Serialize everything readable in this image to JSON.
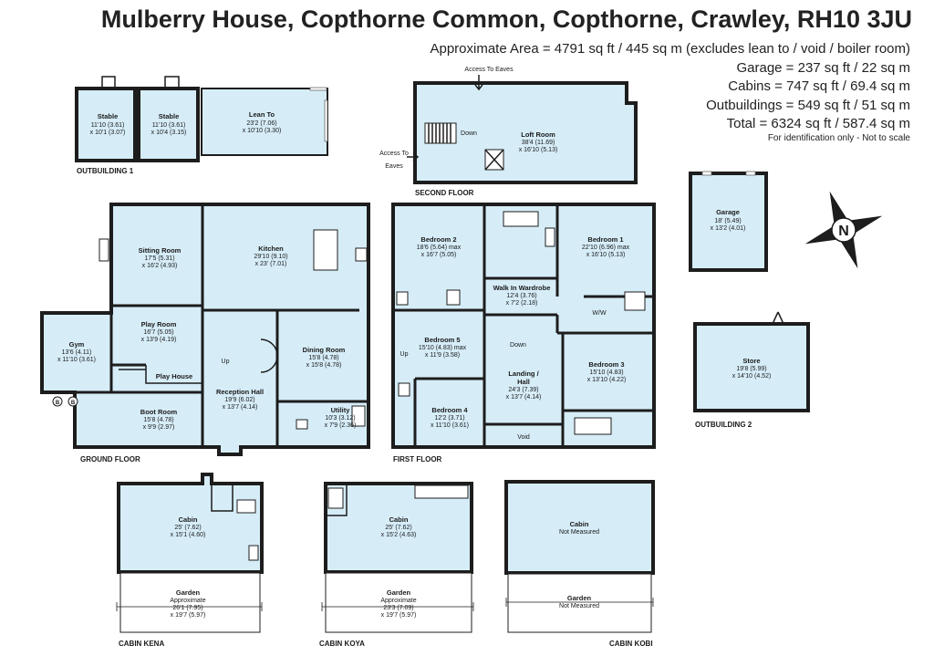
{
  "header": {
    "title": "Mulberry House, Copthorne Common, Copthorne, Crawley, RH10 3JU",
    "area_lines": [
      "Approximate Area = 4791 sq ft / 445 sq m (excludes lean to / void / boiler room)",
      "Garage = 237 sq ft / 22 sq m",
      "Cabins = 747 sq ft / 69.4 sq m",
      "Outbuildings = 549 sq ft / 51 sq m",
      "Total = 6324 sq ft / 587.4 sq m"
    ],
    "note": "For identification only - Not to scale"
  },
  "floors": {
    "outbuilding1": "OUTBUILDING 1",
    "second": "SECOND FLOOR",
    "ground": "GROUND FLOOR",
    "first": "FIRST FLOOR",
    "outbuilding2": "OUTBUILDING 2",
    "cabin_kena": "CABIN KENA",
    "cabin_koya": "CABIN KOYA",
    "cabin_kobi": "CABIN KOBI"
  },
  "compass": "N",
  "rooms": {
    "stable1": {
      "name": "Stable",
      "d1": "11'10 (3.61)",
      "d2": "x 10'1 (3.07)"
    },
    "stable2": {
      "name": "Stable",
      "d1": "11'10 (3.61)",
      "d2": "x 10'4 (3.15)"
    },
    "leanto": {
      "name": "Lean To",
      "d1": "23'2 (7.06)",
      "d2": "x 10'10 (3.30)"
    },
    "loft": {
      "name": "Loft Room",
      "d1": "38'4 (11.69)",
      "d2": "x 16'10 (5.13)"
    },
    "eaves_top": "Access To Eaves",
    "eaves_left1": "Access To",
    "eaves_left2": "Eaves",
    "loft_down": "Down",
    "garage": {
      "name": "Garage",
      "d1": "18' (5.49)",
      "d2": "x 13'2 (4.01)"
    },
    "store": {
      "name": "Store",
      "d1": "19'8 (5.99)",
      "d2": "x 14'10 (4.52)"
    },
    "sitting": {
      "name": "Sitting Room",
      "d1": "17'5 (5.31)",
      "d2": "x 16'2 (4.93)"
    },
    "kitchen": {
      "name": "Kitchen",
      "d1": "29'10 (9.10)",
      "d2": "x 23' (7.01)"
    },
    "gym": {
      "name": "Gym",
      "d1": "13'6 (4.11)",
      "d2": "x 11'10 (3.61)"
    },
    "playroom": {
      "name": "Play Room",
      "d1": "16'7 (5.05)",
      "d2": "x 13'9 (4.19)"
    },
    "playhouse": "Play House",
    "dining": {
      "name": "Dining Room",
      "d1": "15'8 (4.78)",
      "d2": "x 15'8 (4.78)"
    },
    "reception": {
      "name": "Reception Hall",
      "d1": "19'9 (6.02)",
      "d2": "x 13'7 (4.14)"
    },
    "boot": {
      "name": "Boot Room",
      "d1": "15'8 (4.78)",
      "d2": "x 9'9 (2.97)"
    },
    "utility": {
      "name": "Utility",
      "d1": "10'3 (3.12)",
      "d2": "x 7'9 (2.36)"
    },
    "ground_up": "Up",
    "bed2": {
      "name": "Bedroom 2",
      "d1": "18'6 (5.64) max",
      "d2": "x 16'7 (5.05)"
    },
    "bed1": {
      "name": "Bedroom 1",
      "d1": "22'10 (6.96) max",
      "d2": "x 16'10 (5.13)"
    },
    "walkin": {
      "name": "Walk In Wardrobe",
      "d1": "12'4 (3.76)",
      "d2": "x 7'2 (2.18)"
    },
    "bed5": {
      "name": "Bedroom 5",
      "d1": "15'10 (4.83) max",
      "d2": "x 11'9 (3.58)"
    },
    "landing": {
      "name": "Landing /",
      "name2": "Hall",
      "d1": "24'3 (7.39)",
      "d2": "x 13'7 (4.14)"
    },
    "bed3": {
      "name": "Bedroom 3",
      "d1": "15'10 (4.83)",
      "d2": "x 13'10 (4.22)"
    },
    "bed4": {
      "name": "Bedroom 4",
      "d1": "12'2 (3.71)",
      "d2": "x 11'10 (3.61)"
    },
    "void": "Void",
    "ww": "W/W",
    "first_down": "Down",
    "first_up": "Up",
    "cabin_kena": {
      "name": "Cabin",
      "d1": "25' (7.62)",
      "d2": "x 15'1 (4.60)"
    },
    "garden_kena": {
      "name": "Garden",
      "n2": "Approximate",
      "d1": "26'1 (7.95)",
      "d2": "x 19'7 (5.97)"
    },
    "cabin_koya": {
      "name": "Cabin",
      "d1": "25' (7.62)",
      "d2": "x 15'2 (4.63)"
    },
    "garden_koya": {
      "name": "Garden",
      "n2": "Approximate",
      "d1": "23'3 (7.09)",
      "d2": "x 19'7 (5.97)"
    },
    "cabin_kobi": {
      "name": "Cabin",
      "d1": "Not Measured"
    },
    "garden_kobi": {
      "name": "Garden",
      "d1": "Not Measured"
    },
    "boiler_b": "B"
  }
}
